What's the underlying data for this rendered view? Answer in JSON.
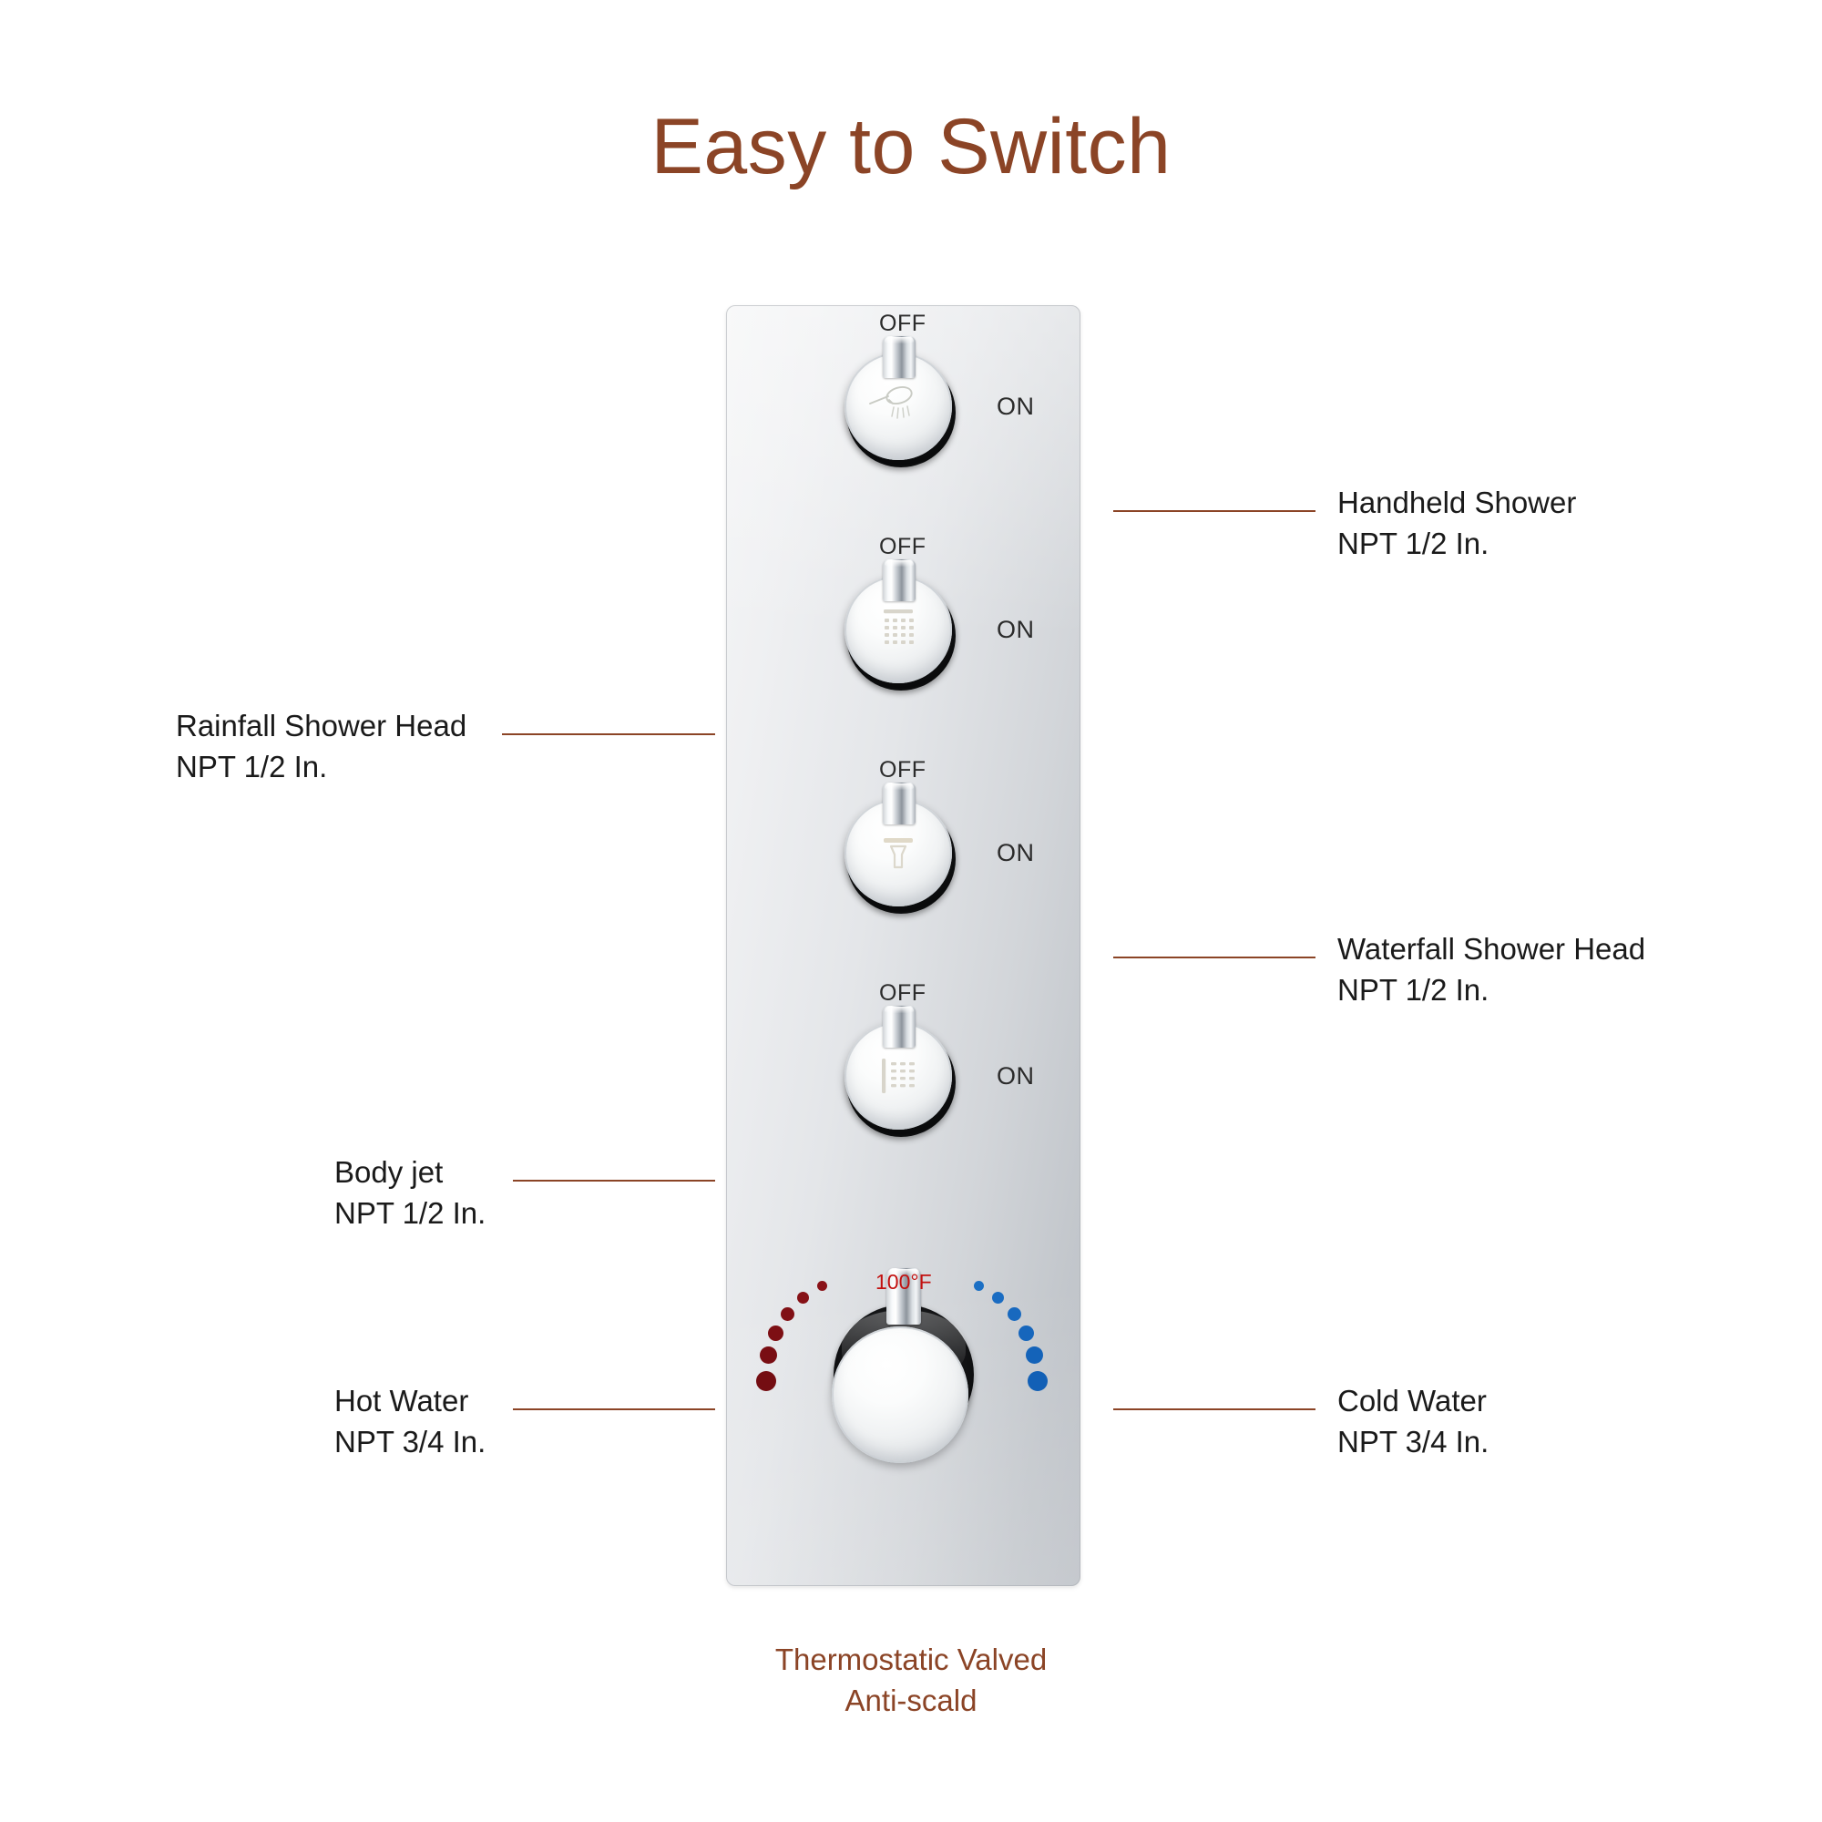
{
  "title": "Easy to Switch",
  "caption": {
    "line1": "Thermostatic Valved",
    "line2": "Anti-scald"
  },
  "panel": {
    "switch_off_label": "OFF",
    "switch_on_label": "ON",
    "temperature_label": "100°F",
    "knobs": [
      {
        "icon": "handheld-shower-icon",
        "off": "OFF",
        "on": "ON"
      },
      {
        "icon": "rainfall-shower-head-icon",
        "off": "OFF",
        "on": "ON"
      },
      {
        "icon": "waterfall-shower-head-icon",
        "off": "OFF",
        "on": "ON"
      },
      {
        "icon": "body-jet-icon",
        "off": "OFF",
        "on": "ON"
      }
    ],
    "thermostatic": {
      "icon": "thermostatic-dial-icon",
      "temperature": "100°F",
      "hot_side_color": "#7c0f14",
      "cold_side_color": "#1565c0"
    }
  },
  "callouts": {
    "handheld_shower": {
      "line1": "Handheld Shower",
      "line2": "NPT 1/2 In."
    },
    "rainfall_shower_head": {
      "line1": "Rainfall Shower Head",
      "line2": "NPT 1/2 In."
    },
    "waterfall_shower_head": {
      "line1": "Waterfall Shower Head",
      "line2": "NPT 1/2 In."
    },
    "body_jet": {
      "line1": "Body jet",
      "line2": "NPT 1/2 In."
    },
    "hot_water": {
      "line1": "Hot Water",
      "line2": "NPT 3/4 In."
    },
    "cold_water": {
      "line1": "Cold Water",
      "line2": "NPT 3/4 In."
    }
  },
  "colors": {
    "accent_brown": "#8b4426",
    "leader_line": "#8b4426",
    "text": "#1a1a1a",
    "hot": "#7c0f14",
    "cold": "#1565c0",
    "temp_red": "#c3100f"
  }
}
